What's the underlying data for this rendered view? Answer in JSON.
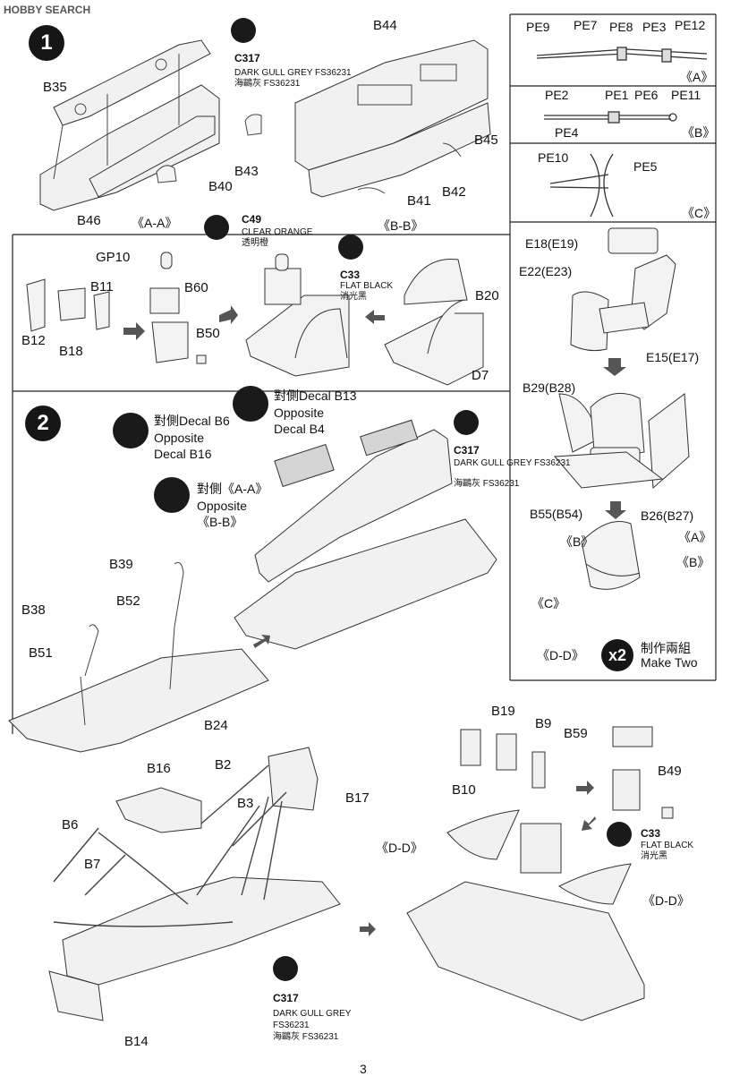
{
  "watermark": "HOBBY SEARCH",
  "page_number": "3",
  "steps": [
    "1",
    "2"
  ],
  "paint_codes": {
    "c317": "C317",
    "c49": "C49",
    "c33": "C33"
  },
  "paints": {
    "dark_gull_grey": "DARK GULL GREY FS36231",
    "dark_gull_grey_l1": "DARK GULL GREY",
    "dark_gull_grey_l2": "FS36231",
    "dark_gull_grey_cn": "海鷗灰 FS36231",
    "clear_orange": "CLEAR ORANGE",
    "clear_orange_cn": "透明橙",
    "flat_black": "FLAT BLACK",
    "flat_black_cn": "消光黑"
  },
  "step1": {
    "left_parts": [
      "B35",
      "B43",
      "B40",
      "B46"
    ],
    "left_caption": "《A-A》",
    "right_parts": [
      "B44",
      "B45",
      "B42",
      "B41"
    ],
    "right_caption": "《B-B》",
    "sub_parts": [
      "GP10",
      "B11",
      "B60",
      "B12",
      "B18",
      "B50",
      "B20",
      "D7"
    ]
  },
  "pe": {
    "a_parts": [
      "PE9",
      "PE7",
      "PE8",
      "PE3",
      "PE12"
    ],
    "a_caption": "《A》",
    "b_parts": [
      "PE2",
      "PE1",
      "PE6",
      "PE11",
      "PE4"
    ],
    "b_caption": "《B》",
    "c_parts": [
      "PE10",
      "PE5"
    ],
    "c_caption": "《C》"
  },
  "seat": {
    "parts": [
      "E18(E19)",
      "E22(E23)",
      "E15(E17)",
      "B29(B28)",
      "B55(B54)",
      "B26(B27)"
    ],
    "callouts": [
      "《B》",
      "《A》",
      "《B》",
      "《C》"
    ],
    "caption": "《D-D》",
    "make_two_badge": "x2",
    "make_two_cn": "制作兩組",
    "make_two_en": "Make Two"
  },
  "step2": {
    "decal_b13_cn": "對側Decal B13",
    "decal_b13_en": "Opposite",
    "decal_b4": "Decal B4",
    "decal_b6_cn": "對側Decal B6",
    "decal_b6_en": "Opposite",
    "decal_b16": "Decal B16",
    "aa_cn": "對側《A-A》",
    "aa_en": "Opposite",
    "bb": "《B-B》",
    "floor_parts": [
      "B39",
      "B52",
      "B38",
      "B51",
      "B24"
    ],
    "frame_parts": [
      "B16",
      "B2",
      "B3",
      "B17",
      "B6",
      "B7",
      "B14"
    ],
    "right_parts": [
      "B19",
      "B9",
      "B59",
      "B10",
      "B49"
    ],
    "dd_callouts": [
      "《D-D》",
      "《D-D》"
    ]
  }
}
